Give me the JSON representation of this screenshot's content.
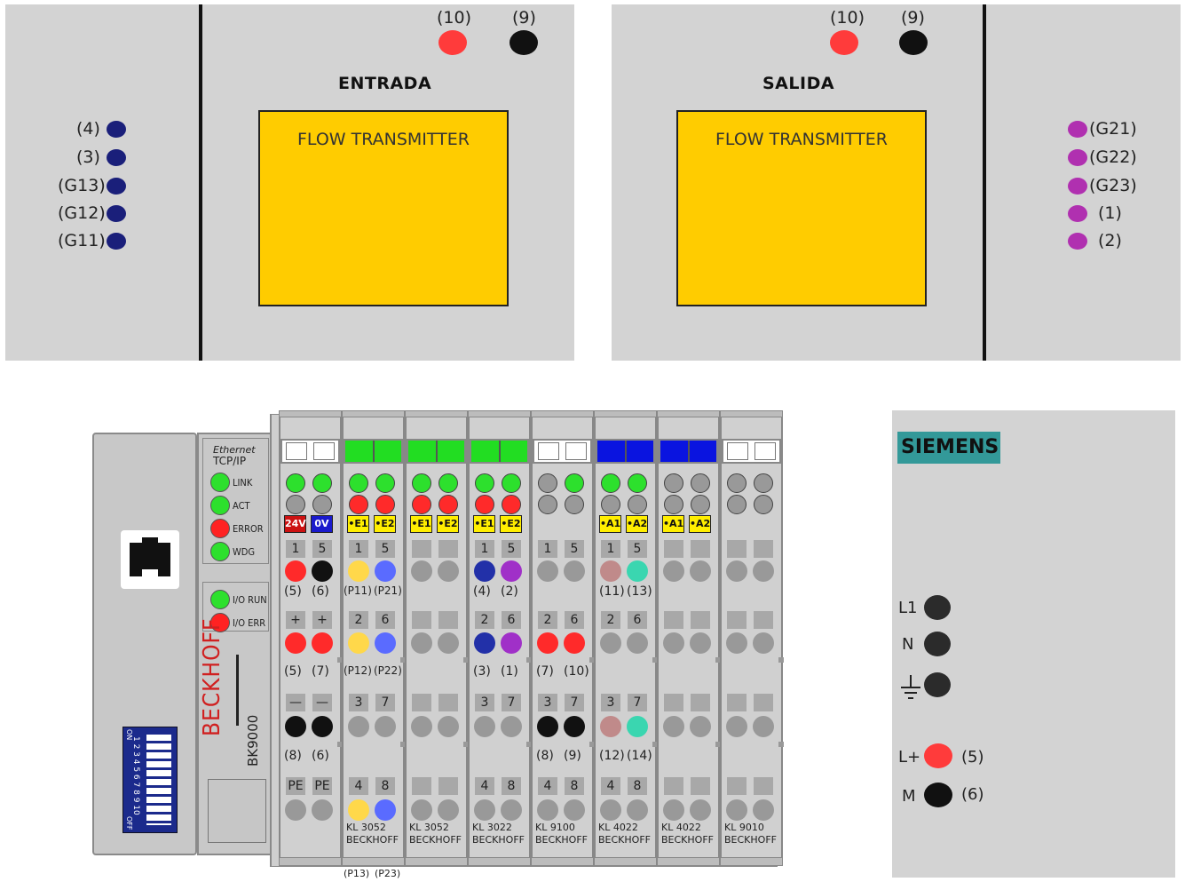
{
  "entrada": {
    "title": "ENTRADA",
    "transmitter": "FLOW TRANSMITTER",
    "top_labels": [
      "(10)",
      "(9)"
    ],
    "left_labels": [
      "(4)",
      "(3)",
      "(G13)",
      "(G12)",
      "(G11)"
    ]
  },
  "salida": {
    "title": "SALIDA",
    "transmitter": "FLOW TRANSMITTER",
    "top_labels": [
      "(10)",
      "(9)"
    ],
    "right_labels": [
      "(G21)",
      "(G22)",
      "(G23)",
      "(1)",
      "(2)"
    ]
  },
  "coupler": {
    "heading_line1": "Ethernet",
    "heading_line2": "TCP/IP",
    "leds": [
      "LINK",
      "ACT",
      "ERROR",
      "WDG"
    ],
    "io_leds": [
      "I/O RUN",
      "I/O ERR"
    ],
    "brand": "BECKHOFF",
    "model": "BK9000",
    "dip_top": "ON",
    "dip_numbers": "1 2 3 4 5 6 7 8 9 10",
    "dip_bottom": "OFF"
  },
  "terminals": [
    {
      "tags": [
        "24V",
        "0V"
      ],
      "nums1": [
        "1",
        "5"
      ],
      "labels1": [
        "(5)",
        "(6)"
      ],
      "nums2": [
        "+",
        "+"
      ],
      "labels2": [
        "(5)",
        "(7)"
      ],
      "nums3": [
        "—",
        "—"
      ],
      "labels3": [
        "(8)",
        "(6)"
      ],
      "nums4": [
        "PE",
        "PE"
      ],
      "model": "",
      "brand": ""
    },
    {
      "tags": [
        "•E1",
        "•E2"
      ],
      "nums1": [
        "1",
        "5"
      ],
      "labels1": [
        "(P11)",
        "(P21)"
      ],
      "nums2": [
        "2",
        "6"
      ],
      "labels2": [
        "(P12)",
        "(P22)"
      ],
      "nums3": [
        "3",
        "7"
      ],
      "labels3": [
        "",
        ""
      ],
      "nums4": [
        "4",
        "8"
      ],
      "model": "KL 3052",
      "brand": "BECKHOFF"
    },
    {
      "tags": [
        "•E1",
        "•E2"
      ],
      "nums1": [
        "",
        ""
      ],
      "labels1": [
        "",
        ""
      ],
      "nums2": [
        "",
        ""
      ],
      "labels2": [
        "",
        ""
      ],
      "nums3": [
        "",
        ""
      ],
      "labels3": [
        "",
        ""
      ],
      "nums4": [
        "",
        ""
      ],
      "model": "KL 3052",
      "brand": "BECKHOFF"
    },
    {
      "tags": [
        "•E1",
        "•E2"
      ],
      "nums1": [
        "1",
        "5"
      ],
      "labels1": [
        "(4)",
        "(2)"
      ],
      "nums2": [
        "2",
        "6"
      ],
      "labels2": [
        "(3)",
        "(1)"
      ],
      "nums3": [
        "3",
        "7"
      ],
      "labels3": [
        "",
        ""
      ],
      "nums4": [
        "4",
        "8"
      ],
      "model": "KL 3022",
      "brand": "BECKHOFF"
    },
    {
      "tags": [
        "",
        ""
      ],
      "nums1": [
        "1",
        "5"
      ],
      "labels1": [
        "",
        ""
      ],
      "nums2": [
        "2",
        "6"
      ],
      "labels2": [
        "(7)",
        "(10)"
      ],
      "nums3": [
        "3",
        "7"
      ],
      "labels3": [
        "(8)",
        "(9)"
      ],
      "nums4": [
        "4",
        "8"
      ],
      "model": "KL 9100",
      "brand": "BECKHOFF"
    },
    {
      "tags": [
        "•A1",
        "•A2"
      ],
      "nums1": [
        "1",
        "5"
      ],
      "labels1": [
        "(11)",
        "(13)"
      ],
      "nums2": [
        "2",
        "6"
      ],
      "labels2": [
        "",
        ""
      ],
      "nums3": [
        "3",
        "7"
      ],
      "labels3": [
        "(12)",
        "(14)"
      ],
      "nums4": [
        "4",
        "8"
      ],
      "model": "KL 4022",
      "brand": "BECKHOFF"
    },
    {
      "tags": [
        "•A1",
        "•A2"
      ],
      "nums1": [
        "",
        ""
      ],
      "labels1": [
        "",
        ""
      ],
      "nums2": [
        "",
        ""
      ],
      "labels2": [
        "",
        ""
      ],
      "nums3": [
        "",
        ""
      ],
      "labels3": [
        "",
        ""
      ],
      "nums4": [
        "",
        ""
      ],
      "model": "KL 4022",
      "brand": "BECKHOFF"
    },
    {
      "tags": [
        "",
        ""
      ],
      "nums1": [
        "",
        ""
      ],
      "labels1": [
        "",
        ""
      ],
      "nums2": [
        "",
        ""
      ],
      "labels2": [
        "",
        ""
      ],
      "nums3": [
        "",
        ""
      ],
      "labels3": [
        "",
        ""
      ],
      "nums4": [
        "",
        ""
      ],
      "model": "KL 9010",
      "brand": "BECKHOFF"
    }
  ],
  "bottom_labels": [
    "(P13)",
    "(P23)"
  ],
  "siemens": {
    "brand": "SIEMENS",
    "l1": "L1",
    "n": "N",
    "lplus": "L+",
    "lplus_num": "(5)",
    "m": "M",
    "m_num": "(6)"
  },
  "colors": {
    "panel": "#d3d3d3",
    "transmitter": "#ffcc00",
    "blue_dot": "#1a1f7a",
    "magenta_dot": "#b030b0",
    "green_cap": "#22dd22",
    "blue_cap": "#0a14e0",
    "siemens_bg": "#339999"
  }
}
